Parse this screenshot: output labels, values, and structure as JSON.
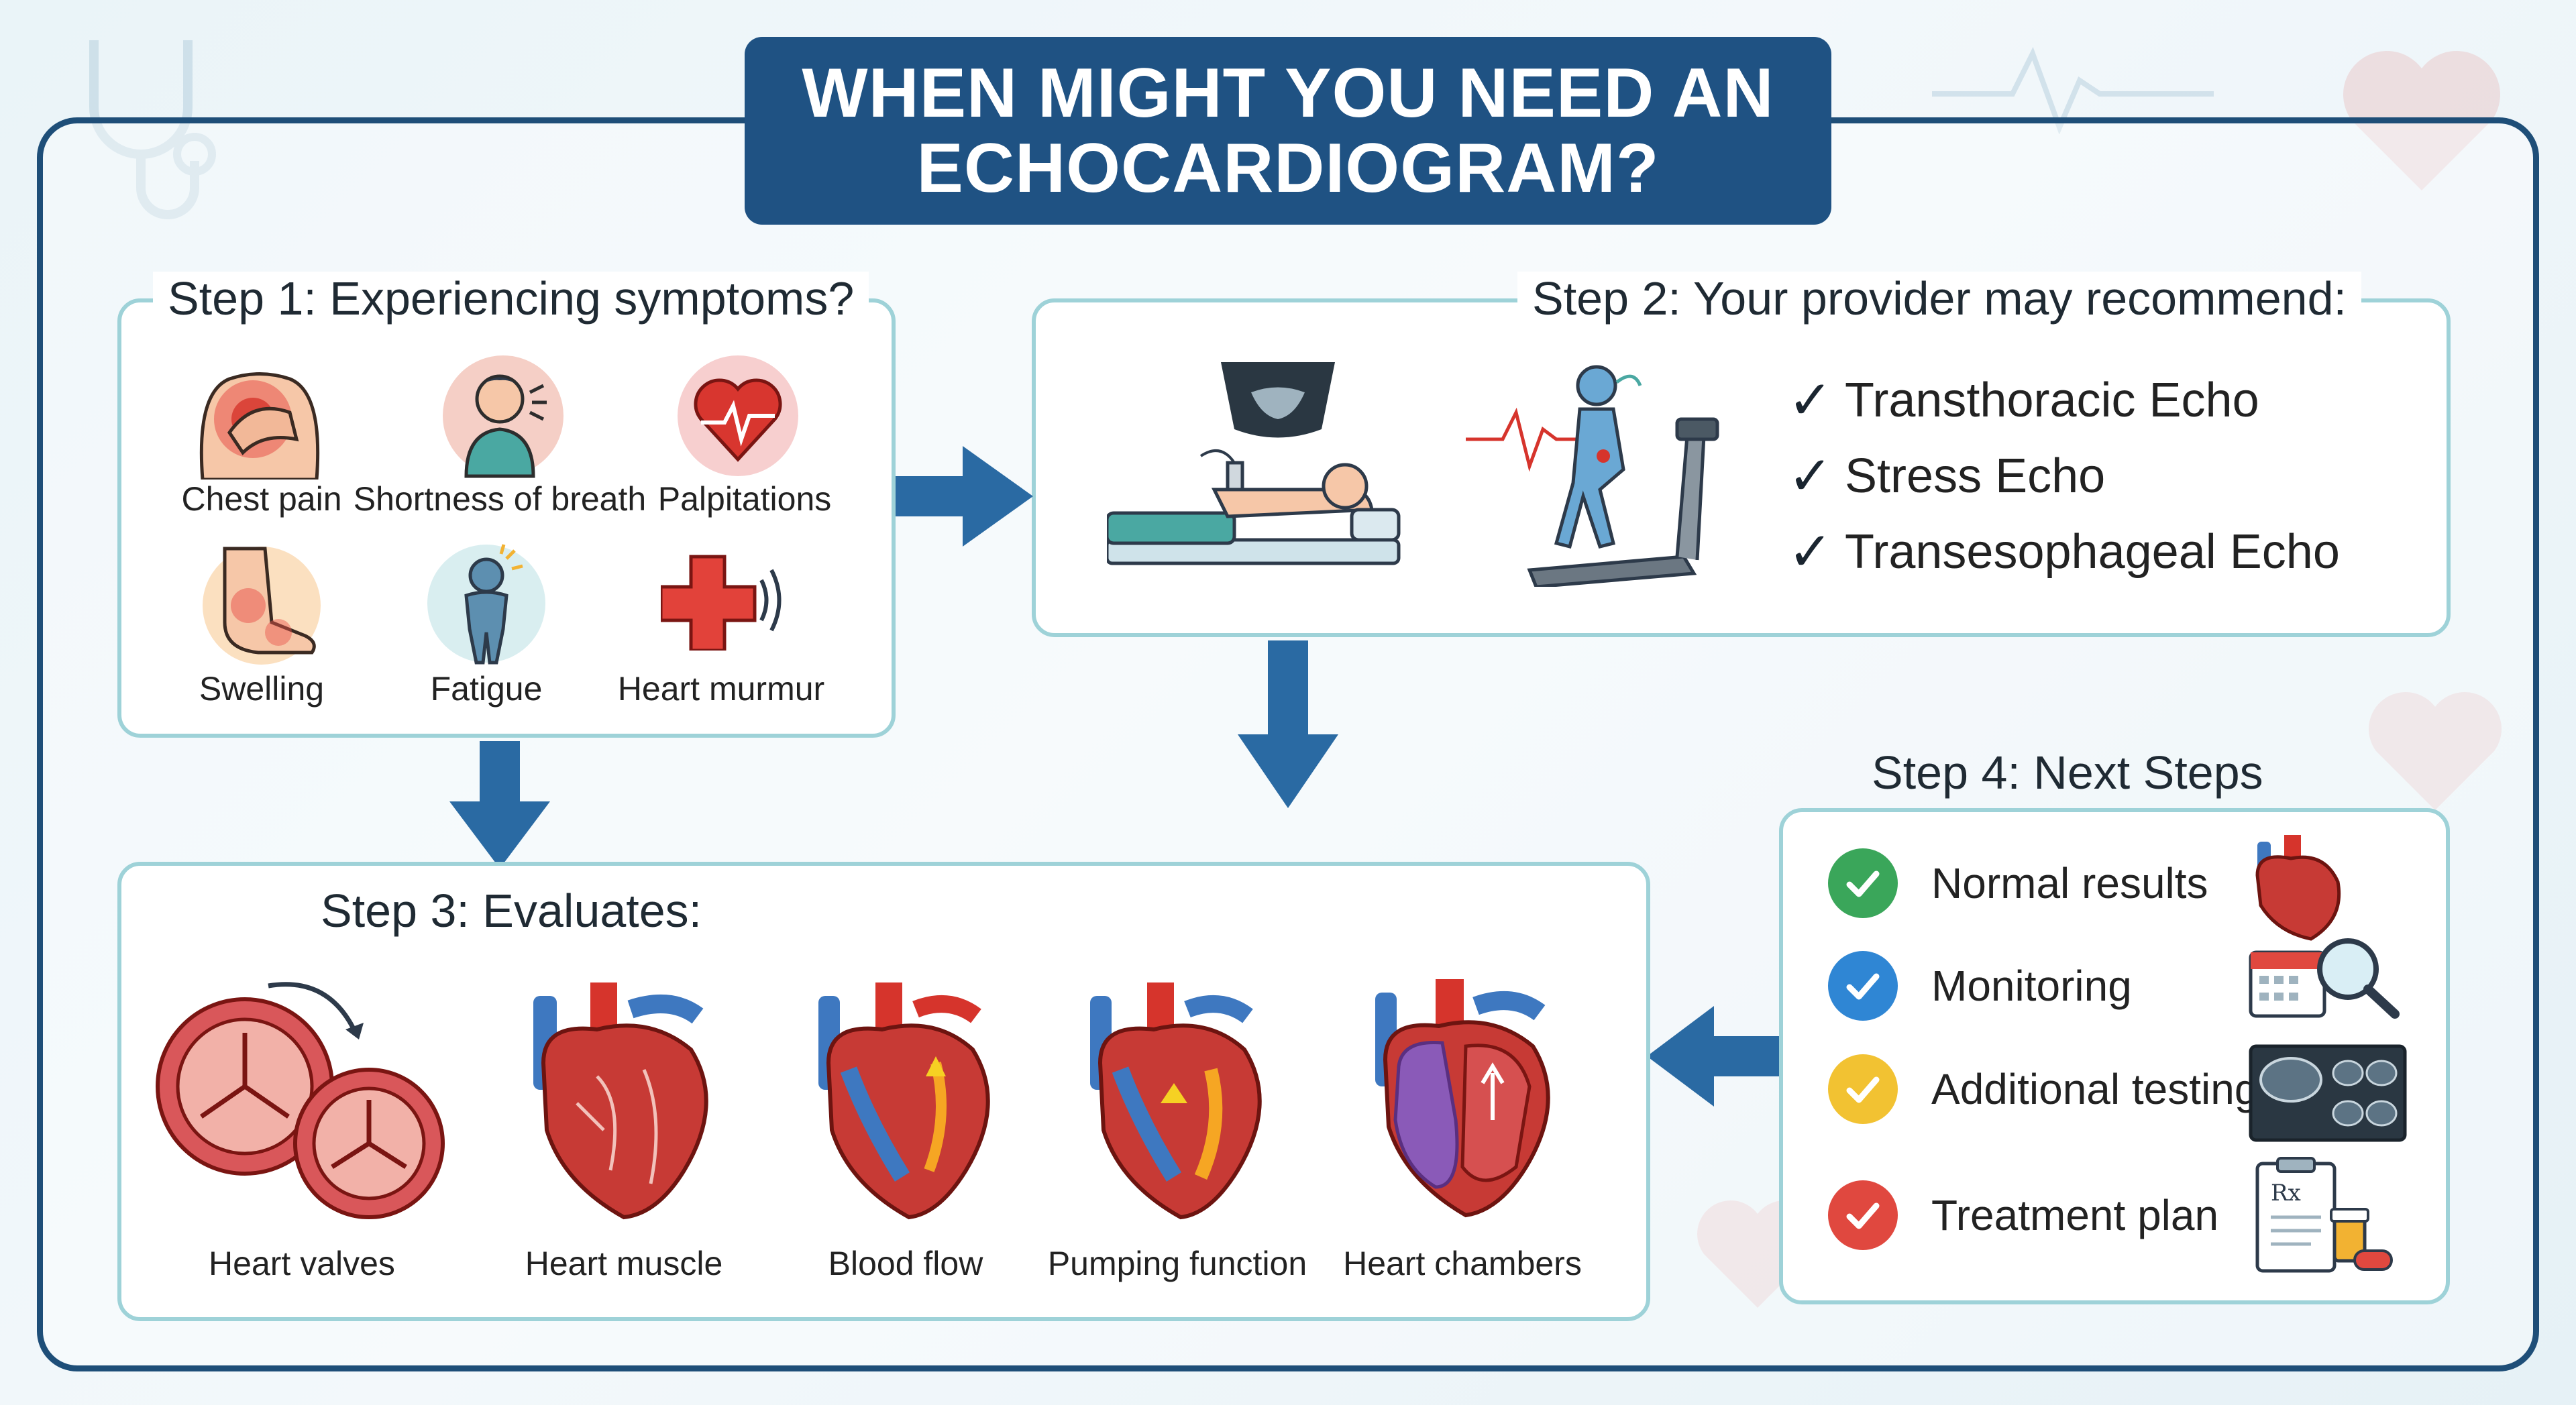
{
  "title": {
    "line1": "WHEN MIGHT YOU NEED AN",
    "line2": "ECHOCARDIOGRAM?"
  },
  "step1": {
    "title": "Step 1: Experiencing symptoms?",
    "items": [
      {
        "label": "Chest pain",
        "icon": "chest-pain-icon"
      },
      {
        "label": "Shortness of breath",
        "icon": "shortness-of-breath-icon"
      },
      {
        "label": "Palpitations",
        "icon": "palpitations-icon"
      },
      {
        "label": "Swelling",
        "icon": "swelling-icon"
      },
      {
        "label": "Fatigue",
        "icon": "fatigue-icon"
      },
      {
        "label": "Heart murmur",
        "icon": "heart-murmur-icon"
      }
    ]
  },
  "step2": {
    "title": "Step 2: Your provider may recommend:",
    "options": [
      "Transthoracic Echo",
      "Stress Echo",
      "Transesophageal Echo"
    ]
  },
  "step3": {
    "title": "Step 3: Evaluates:",
    "items": [
      {
        "label": "Heart valves",
        "icon": "heart-valves-icon"
      },
      {
        "label": "Heart muscle",
        "icon": "heart-muscle-icon"
      },
      {
        "label": "Blood flow",
        "icon": "blood-flow-icon"
      },
      {
        "label": "Pumping function",
        "icon": "pumping-function-icon"
      },
      {
        "label": "Heart chambers",
        "icon": "heart-chambers-icon"
      }
    ]
  },
  "step4": {
    "title": "Step 4: Next Steps",
    "items": [
      {
        "label": "Normal results",
        "color": "#3aa65a"
      },
      {
        "label": "Monitoring",
        "color": "#2f86d4"
      },
      {
        "label": "Additional testing",
        "color": "#f2c232"
      },
      {
        "label": "Treatment plan",
        "color": "#e0483f"
      }
    ]
  },
  "colors": {
    "navy": "#1f5283",
    "arrow": "#2a6aa3",
    "panel_border": "#9ed2d8"
  }
}
